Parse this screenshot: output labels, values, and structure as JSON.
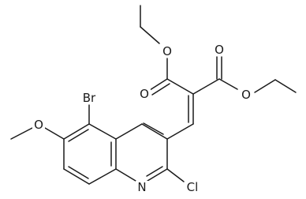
{
  "molecule": {
    "atoms": [
      {
        "id": "o_eth_l",
        "label": "O"
      },
      {
        "id": "o_carb_l",
        "label": "O"
      },
      {
        "id": "o_carb_r",
        "label": "O"
      },
      {
        "id": "o_eth_r",
        "label": "O"
      },
      {
        "id": "br",
        "label": "Br"
      },
      {
        "id": "o_meo",
        "label": "O"
      },
      {
        "id": "n1",
        "label": "N"
      },
      {
        "id": "cl",
        "label": "Cl"
      }
    ]
  }
}
